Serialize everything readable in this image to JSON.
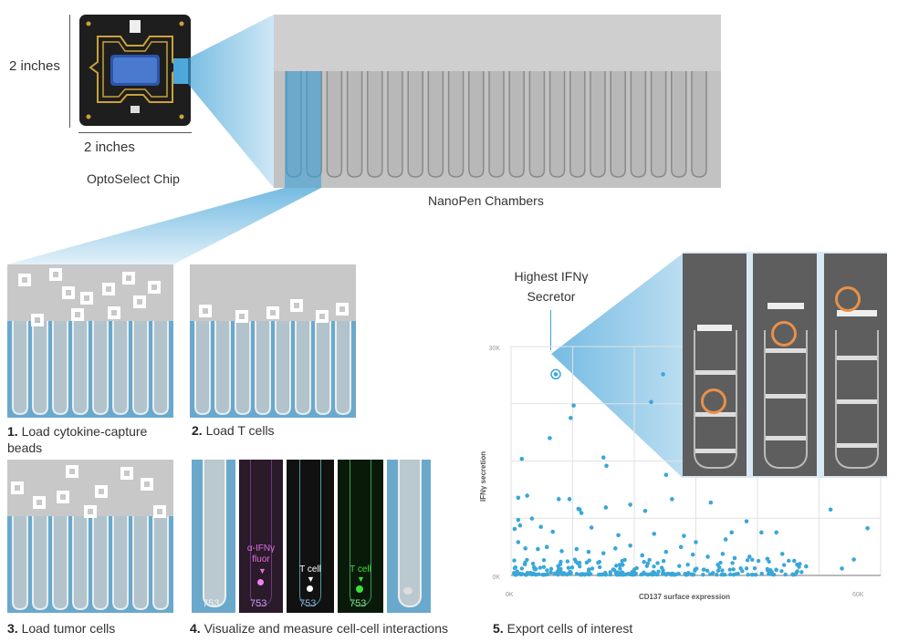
{
  "chip": {
    "dim_vertical": "2 inches",
    "dim_horizontal": "2 inches",
    "caption": "OptoSelect Chip"
  },
  "nanopen": {
    "caption": "NanoPen Chambers"
  },
  "steps": [
    {
      "num": "1.",
      "text": "Load cytokine-capture beads"
    },
    {
      "num": "2.",
      "text": "Load T cells"
    },
    {
      "num": "3.",
      "text": "Load tumor cells"
    },
    {
      "num": "4.",
      "text": "Visualize and measure cell-cell interactions"
    },
    {
      "num": "5.",
      "text": "Export cells of interest"
    }
  ],
  "fluor_panels": {
    "pen_id": "753",
    "labels": [
      "α-IFNγ fluor",
      "T cell",
      "T cell"
    ]
  },
  "callout": {
    "text": "Highest IFNγ Secretor"
  },
  "chart_data": {
    "type": "scatter",
    "xlabel": "CD137 surface expression",
    "ylabel": "IFNγ secretion",
    "x_ticks": [
      "0K",
      "60K"
    ],
    "y_ticks": [
      "0K",
      "30K"
    ],
    "xlim": [
      0,
      62000
    ],
    "ylim": [
      0,
      33000
    ],
    "grid": true,
    "color": "#3aa7d8",
    "highlight": {
      "x": 7500,
      "y": 29000
    },
    "points": [
      [
        7500,
        29000
      ],
      [
        25500,
        29000
      ],
      [
        10500,
        24500
      ],
      [
        10000,
        22700
      ],
      [
        23500,
        25000
      ],
      [
        6500,
        19800
      ],
      [
        1800,
        16800
      ],
      [
        15500,
        17000
      ],
      [
        16000,
        15800
      ],
      [
        26000,
        14500
      ],
      [
        2700,
        11500
      ],
      [
        1200,
        11200
      ],
      [
        8000,
        11000
      ],
      [
        9800,
        11000
      ],
      [
        11500,
        9500
      ],
      [
        11800,
        9000
      ],
      [
        11300,
        9600
      ],
      [
        15900,
        9800
      ],
      [
        20000,
        10200
      ],
      [
        22500,
        9300
      ],
      [
        27000,
        11000
      ],
      [
        33500,
        10500
      ],
      [
        1200,
        8000
      ],
      [
        3500,
        8200
      ],
      [
        36000,
        5200
      ],
      [
        37000,
        6200
      ],
      [
        39500,
        7800
      ],
      [
        42000,
        6200
      ],
      [
        44500,
        6200
      ],
      [
        53600,
        9500
      ],
      [
        59800,
        6800
      ],
      [
        600,
        6700
      ],
      [
        1500,
        7200
      ],
      [
        5000,
        7000
      ],
      [
        7000,
        6300
      ],
      [
        13500,
        6900
      ],
      [
        18000,
        5800
      ],
      [
        24000,
        6000
      ],
      [
        29000,
        5700
      ],
      [
        31000,
        4800
      ],
      [
        1200,
        4800
      ],
      [
        2400,
        3900
      ],
      [
        4500,
        3800
      ],
      [
        6000,
        4100
      ],
      [
        8500,
        3500
      ],
      [
        11000,
        3800
      ],
      [
        13000,
        3400
      ],
      [
        15500,
        3200
      ],
      [
        17500,
        3900
      ],
      [
        20000,
        4300
      ],
      [
        22000,
        2900
      ],
      [
        26000,
        3400
      ],
      [
        28500,
        4100
      ],
      [
        30500,
        3000
      ],
      [
        33000,
        2700
      ],
      [
        35500,
        3100
      ],
      [
        37500,
        2500
      ],
      [
        40000,
        2700
      ],
      [
        43000,
        2400
      ],
      [
        45500,
        3100
      ],
      [
        47500,
        2100
      ],
      [
        49500,
        1300
      ],
      [
        55500,
        1000
      ],
      [
        57500,
        2300
      ]
    ]
  },
  "colors": {
    "accent": "#3aa7d8",
    "highlight_ring": "#e8914a",
    "pen_blue": "#5aa9cf"
  }
}
